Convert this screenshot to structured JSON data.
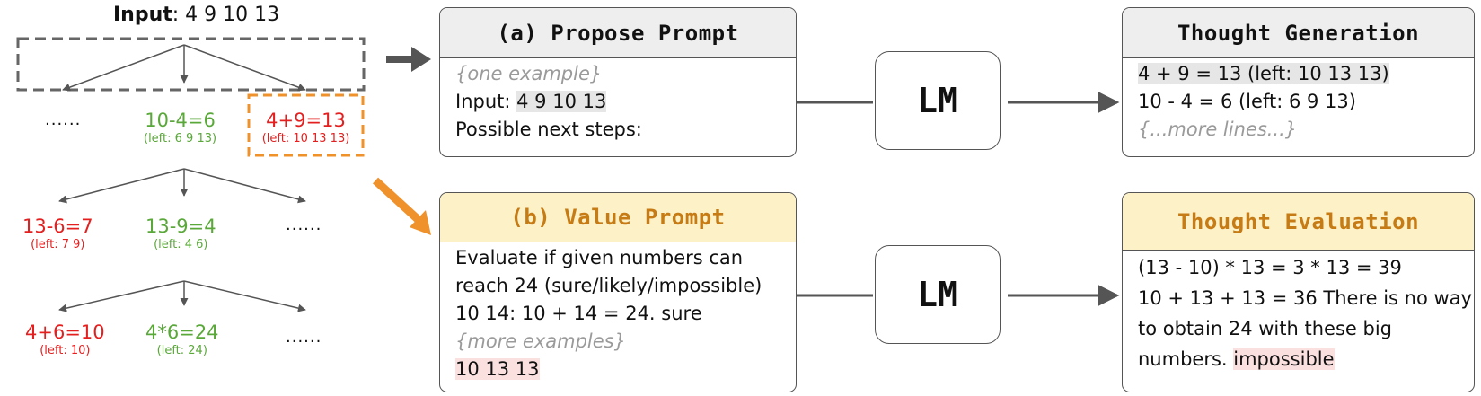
{
  "colors": {
    "green": "#5aa83a",
    "red": "#e3201f",
    "orange": "#f0922b",
    "gray_arrow": "#555555",
    "header_gray": "#eeeeee",
    "header_yellow": "#fdf1c8",
    "header_yellow_text": "#c67b14"
  },
  "input": {
    "label": "Input",
    "value": ": 4 9 10 13"
  },
  "tree": {
    "level1": [
      {
        "eq": "......"
      },
      {
        "eq": "10-4=6",
        "left": "(left: 6 9 13)",
        "status": "green"
      },
      {
        "eq": "4+9=13",
        "left": "(left: 10 13 13)",
        "status": "red"
      }
    ],
    "level2": [
      {
        "eq": "13-6=7",
        "left": "(left: 7 9)",
        "status": "red"
      },
      {
        "eq": "13-9=4",
        "left": "(left: 4 6)",
        "status": "green"
      },
      {
        "eq": "......"
      }
    ],
    "level3": [
      {
        "eq": "4+6=10",
        "left": "(left: 10)",
        "status": "red"
      },
      {
        "eq": "4*6=24",
        "left": "(left: 24)",
        "status": "green"
      },
      {
        "eq": "......"
      }
    ]
  },
  "propose": {
    "title": "(a)  Propose Prompt",
    "lines": [
      "{one example}",
      "Input: ",
      "4 9 10 13",
      "Possible next steps:"
    ]
  },
  "thought_generation": {
    "title": "Thought Generation",
    "lines": [
      "4 + 9 = 13 (left: 10 13 13)",
      "10 - 4 = 6 (left: 6 9 13)",
      "{...more lines...}"
    ]
  },
  "value": {
    "title": "(b)  Value Prompt",
    "lines": [
      "Evaluate if given numbers can",
      "reach 24 (sure/likely/impossible)",
      "10 14: 10 + 14 = 24. sure",
      "{more examples}",
      "10 13 13"
    ]
  },
  "thought_evaluation": {
    "title": "Thought Evaluation",
    "lines": [
      "(13 - 10) * 13 = 3 * 13 = 39",
      "10 + 13 + 13 = 36 There is no way",
      "to obtain 24 with these big",
      "numbers. ",
      "impossible"
    ]
  },
  "lm": {
    "label": "LM"
  }
}
